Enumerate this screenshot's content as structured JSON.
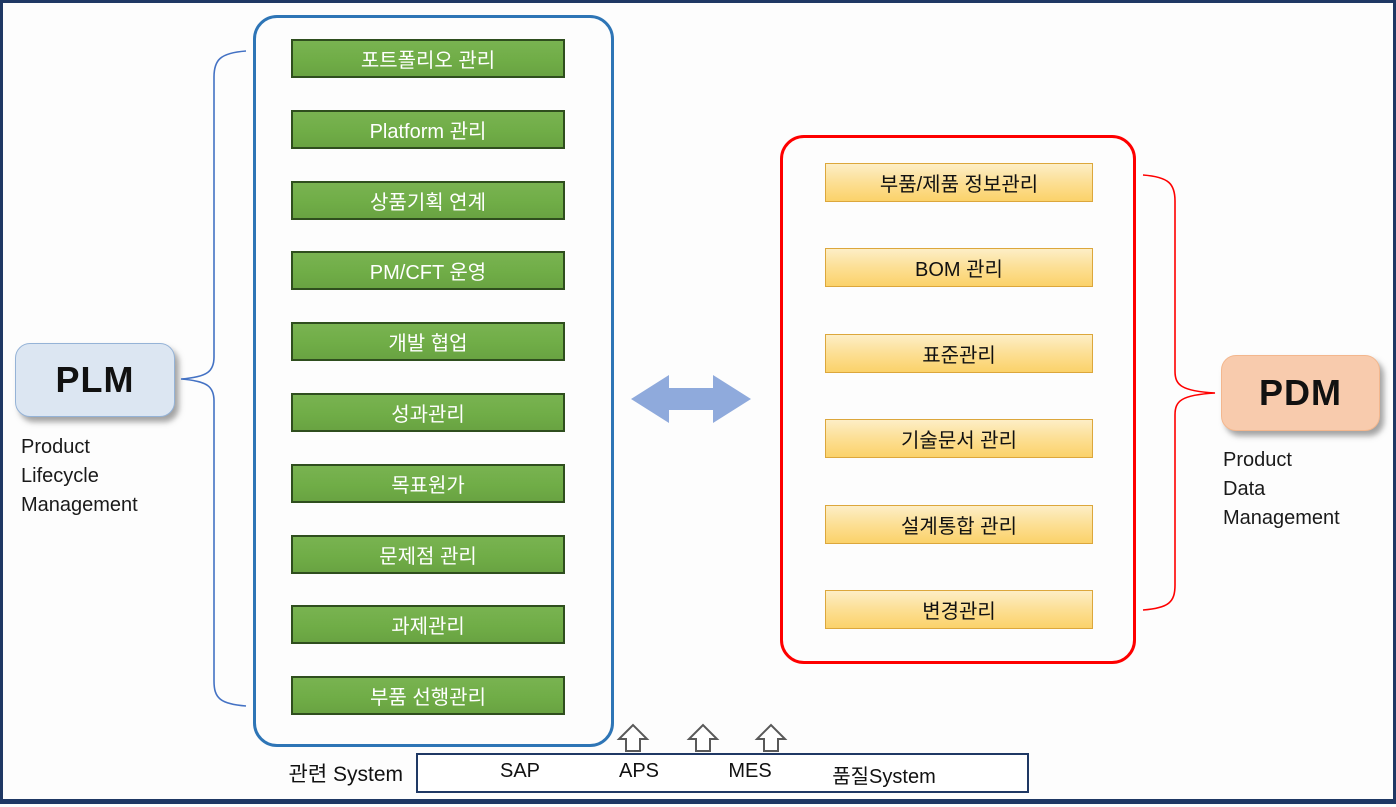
{
  "plm": {
    "acronym": "PLM",
    "caption": "Product\nLifecycle\nManagement",
    "items": [
      "포트폴리오 관리",
      "Platform 관리",
      "상품기획 연계",
      "PM/CFT 운영",
      "개발 협업",
      "성과관리",
      "목표원가",
      "문제점 관리",
      "과제관리",
      "부품 선행관리"
    ]
  },
  "pdm": {
    "acronym": "PDM",
    "caption": "Product\nData\nManagement",
    "items": [
      "부품/제품 정보관리",
      "BOM 관리",
      "표준관리",
      "기술문서 관리",
      "설계통합 관리",
      "변경관리"
    ]
  },
  "related_systems": {
    "label": "관련 System",
    "systems": [
      "SAP",
      "APS",
      "MES",
      "품질System"
    ]
  },
  "colors": {
    "plm_box_fill": "#70ad47",
    "plm_box_border": "#2f4e1e",
    "pdm_box_fill_top": "#fdeec6",
    "pdm_box_fill_bottom": "#fbd26a",
    "pdm_box_border": "#dca73c",
    "plm_panel_border": "#2e75b6",
    "pdm_panel_border": "#fe0000",
    "plm_card_fill": "#dce6f2",
    "pdm_card_fill": "#f8cbad",
    "bidirectional_arrow": "#8faadc",
    "outer_border": "#1f3864"
  }
}
